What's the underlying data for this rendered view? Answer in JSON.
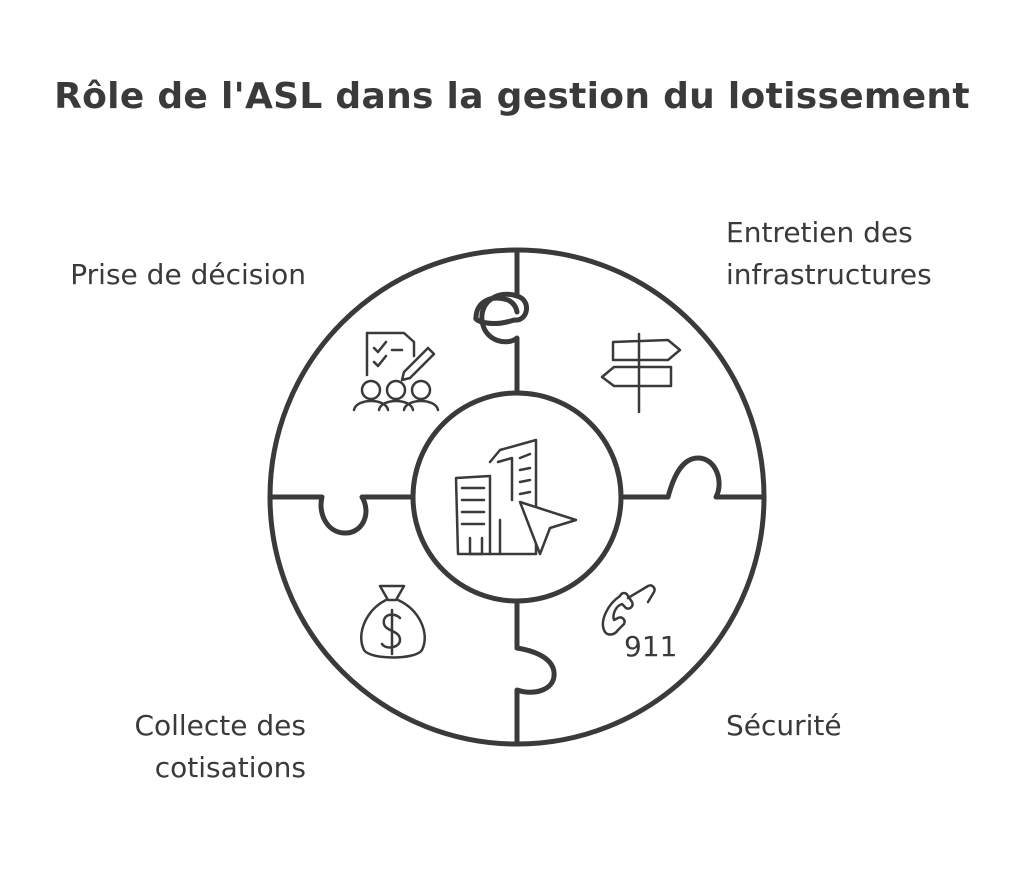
{
  "title": "Rôle de l'ASL dans la gestion du lotissement",
  "segments": {
    "decision": {
      "line1": "Prise de décision",
      "line2": "",
      "icon": "checklist-voters-icon"
    },
    "infrastructure": {
      "line1": "Entretien des",
      "line2": "infrastructures",
      "icon": "signpost-icon"
    },
    "cotisations": {
      "line1": "Collecte des",
      "line2": "cotisations",
      "icon": "money-bag-icon"
    },
    "securite": {
      "line1": "Sécurité",
      "line2": "",
      "icon": "emergency-phone-icon",
      "icon_text": "911"
    }
  },
  "center": {
    "icon": "buildings-cursor-icon"
  },
  "colors": {
    "stroke": "#3a3a3a",
    "fill": "#ffffff"
  }
}
